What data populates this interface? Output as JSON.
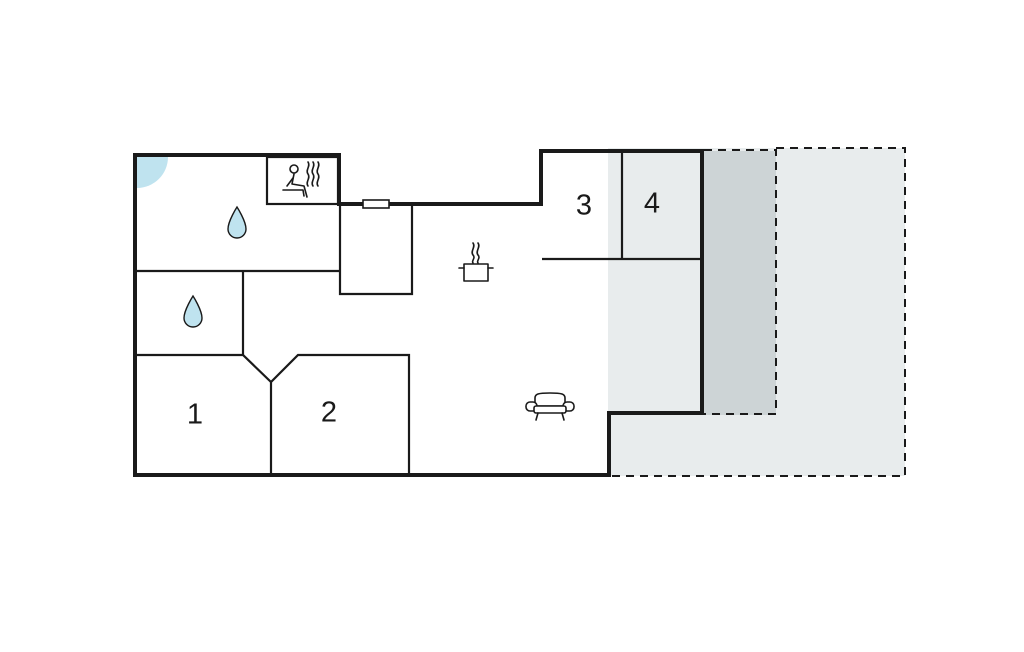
{
  "rooms": {
    "room_1": {
      "label": "1"
    },
    "room_2": {
      "label": "2"
    },
    "room_3": {
      "label": "3"
    },
    "room_4": {
      "label": "4"
    }
  },
  "icons": {
    "sauna": "sauna-icon",
    "bathroom_1": "water-drop-icon",
    "bathroom_2": "water-drop-icon",
    "kitchen": "cooking-pot-icon",
    "living": "armchair-icon",
    "entrance": "door-swing-icon"
  },
  "colors": {
    "wall": "#1a1a1a",
    "water": "#bfe3ef",
    "door_swing": "#bfe3ef",
    "covered_terrace": "#cdd4d6",
    "open_terrace": "#e8eced",
    "background": "#ffffff"
  }
}
